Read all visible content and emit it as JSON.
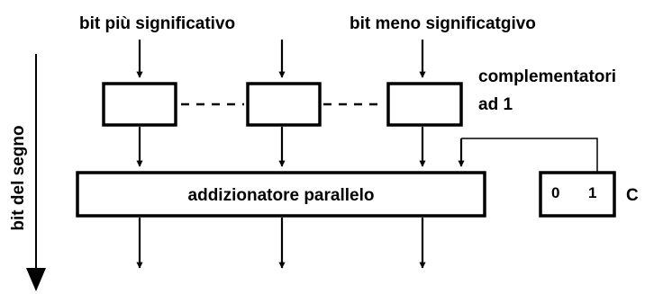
{
  "labels": {
    "msb": "bit più significativo",
    "lsb": "bit meno significatgivo",
    "complementers_line1": "complementatori",
    "complementers_line2": "ad 1",
    "adder": "addizionatore parallelo",
    "sign_bit": "bit del segno",
    "switch_0": "0",
    "switch_1": "1",
    "switch_name": "C"
  }
}
